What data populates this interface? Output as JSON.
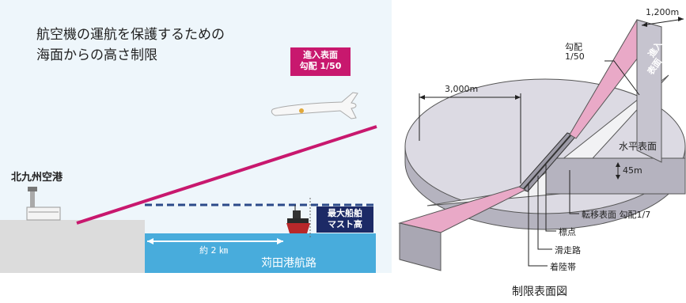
{
  "title_line1": "航空機の運航を保護するための",
  "title_line2": "海面からの高さ制限",
  "approach_badge_line1": "進入表面",
  "approach_badge_line2": "勾配 1/50",
  "airport_label": "北九州空港",
  "ship_badge_line1": "最大船舶",
  "ship_badge_line2": "マスト高",
  "distance_label": "約 2 ㎞",
  "channel_label": "苅田港航路",
  "dim_width": "1,200m",
  "dim_radius": "3,000m",
  "approach_gradient_label": "勾配",
  "approach_gradient_value": "1/50",
  "approach_surface_label_1": "進入",
  "approach_surface_label_2": "表面",
  "horizontal_surface_label": "水平表面",
  "height_label": "45m",
  "transitional_label": "転移表面 勾配1/7",
  "marker_label": "標点",
  "runway_label": "滑走路",
  "landing_strip_label": "着陸帯",
  "diagram_caption": "制限表面図",
  "colors": {
    "magenta": "#c8186e",
    "pink": "#e9a9c7",
    "navy": "#1c2a66",
    "sea": "#48acdc",
    "disk_top": "#dcdae3",
    "disk_side": "#b5b3bf"
  }
}
